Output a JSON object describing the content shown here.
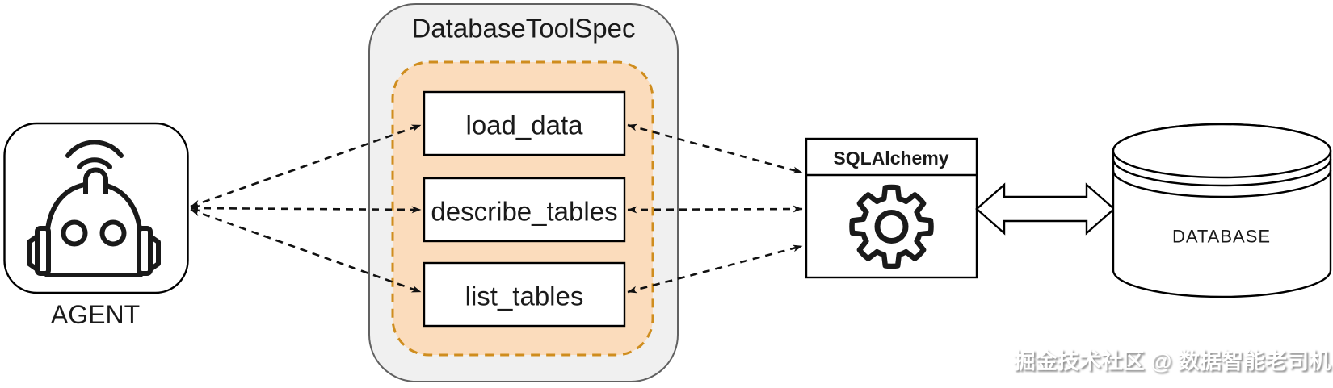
{
  "agent": {
    "label": "AGENT",
    "icon": "robot-with-wifi-icon"
  },
  "toolspec": {
    "title": "DatabaseToolSpec",
    "tools": [
      "load_data",
      "describe_tables",
      "list_tables"
    ]
  },
  "sqlalchemy": {
    "title": "SQLAlchemy",
    "icon": "gear-icon"
  },
  "database": {
    "label": "DATABASE",
    "icon": "database-cylinder-icon"
  },
  "watermark": {
    "text": "掘金技术社区 @ 数据智能老司机"
  },
  "connections": [
    {
      "from": "AGENT",
      "to": "load_data",
      "style": "dashed-bidirectional"
    },
    {
      "from": "AGENT",
      "to": "describe_tables",
      "style": "dashed-bidirectional"
    },
    {
      "from": "AGENT",
      "to": "list_tables",
      "style": "dashed-bidirectional"
    },
    {
      "from": "load_data",
      "to": "SQLAlchemy",
      "style": "dashed-bidirectional"
    },
    {
      "from": "describe_tables",
      "to": "SQLAlchemy",
      "style": "dashed-bidirectional"
    },
    {
      "from": "list_tables",
      "to": "SQLAlchemy",
      "style": "dashed-bidirectional"
    },
    {
      "from": "SQLAlchemy",
      "to": "DATABASE",
      "style": "solid-hollow-double-arrow"
    }
  ],
  "colors": {
    "container_fill": "#f0f0f0",
    "container_stroke": "#616161",
    "tool_group_fill": "#fbdcbc",
    "tool_group_stroke": "#cf8d1e",
    "node_fill": "#ffffff",
    "line_color": "#111111",
    "watermark_color": "#ffffff"
  }
}
